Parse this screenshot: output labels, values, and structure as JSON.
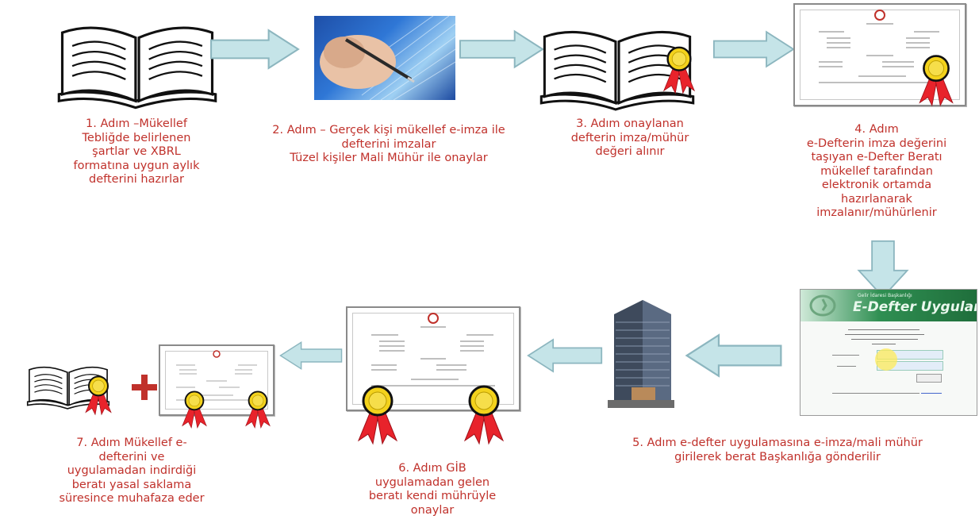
{
  "steps": {
    "s1": [
      "1. Adım –Mükellef",
      "Tebliğde belirlenen",
      "şartlar ve XBRL",
      "formatına uygun aylık",
      "defterini hazırlar"
    ],
    "s2": [
      "2. Adım – Gerçek kişi mükellef e-imza ile",
      "defterini imzalar",
      "Tüzel kişiler Mali Mühür ile onaylar"
    ],
    "s3": [
      "3. Adım  onaylanan",
      "defterin imza/mühür",
      "değeri alınır"
    ],
    "s4": [
      "4. Adım",
      "e-Defterin imza değerini",
      "taşıyan e-Defter Beratı",
      "mükellef tarafından",
      "elektronik ortamda",
      "hazırlanarak",
      "imzalanır/mühürlenir"
    ],
    "s5": [
      "5. Adım e-defter uygulamasına e-imza/mali mühür",
      "girilerek  berat Başkanlığa gönderilir"
    ],
    "s6": [
      "6. Adım GİB",
      "uygulamadan gelen",
      "beratı kendi mührüyle",
      "onaylar"
    ],
    "s7": [
      "7. Adım Mükellef e-",
      "defterini ve",
      "uygulamadan indirdiği",
      "beratı yasal saklama",
      "süresince muhafaza eder"
    ]
  },
  "app_screen": {
    "header_small": "Gelir İdaresi Başkanlığı",
    "header_title": "E-Defter Uygulaması"
  },
  "colors": {
    "caption": "#c0312b",
    "arrow_fill": "#c5e4e8",
    "arrow_stroke": "#8cb6bf",
    "ribbon": "#e8232b",
    "seal": "#f3d21c",
    "plus": "#c0312b"
  },
  "icons": [
    "open-book-icon",
    "seal-ribbon-icon",
    "pen-digital-icon",
    "building-icon",
    "plus-icon"
  ]
}
